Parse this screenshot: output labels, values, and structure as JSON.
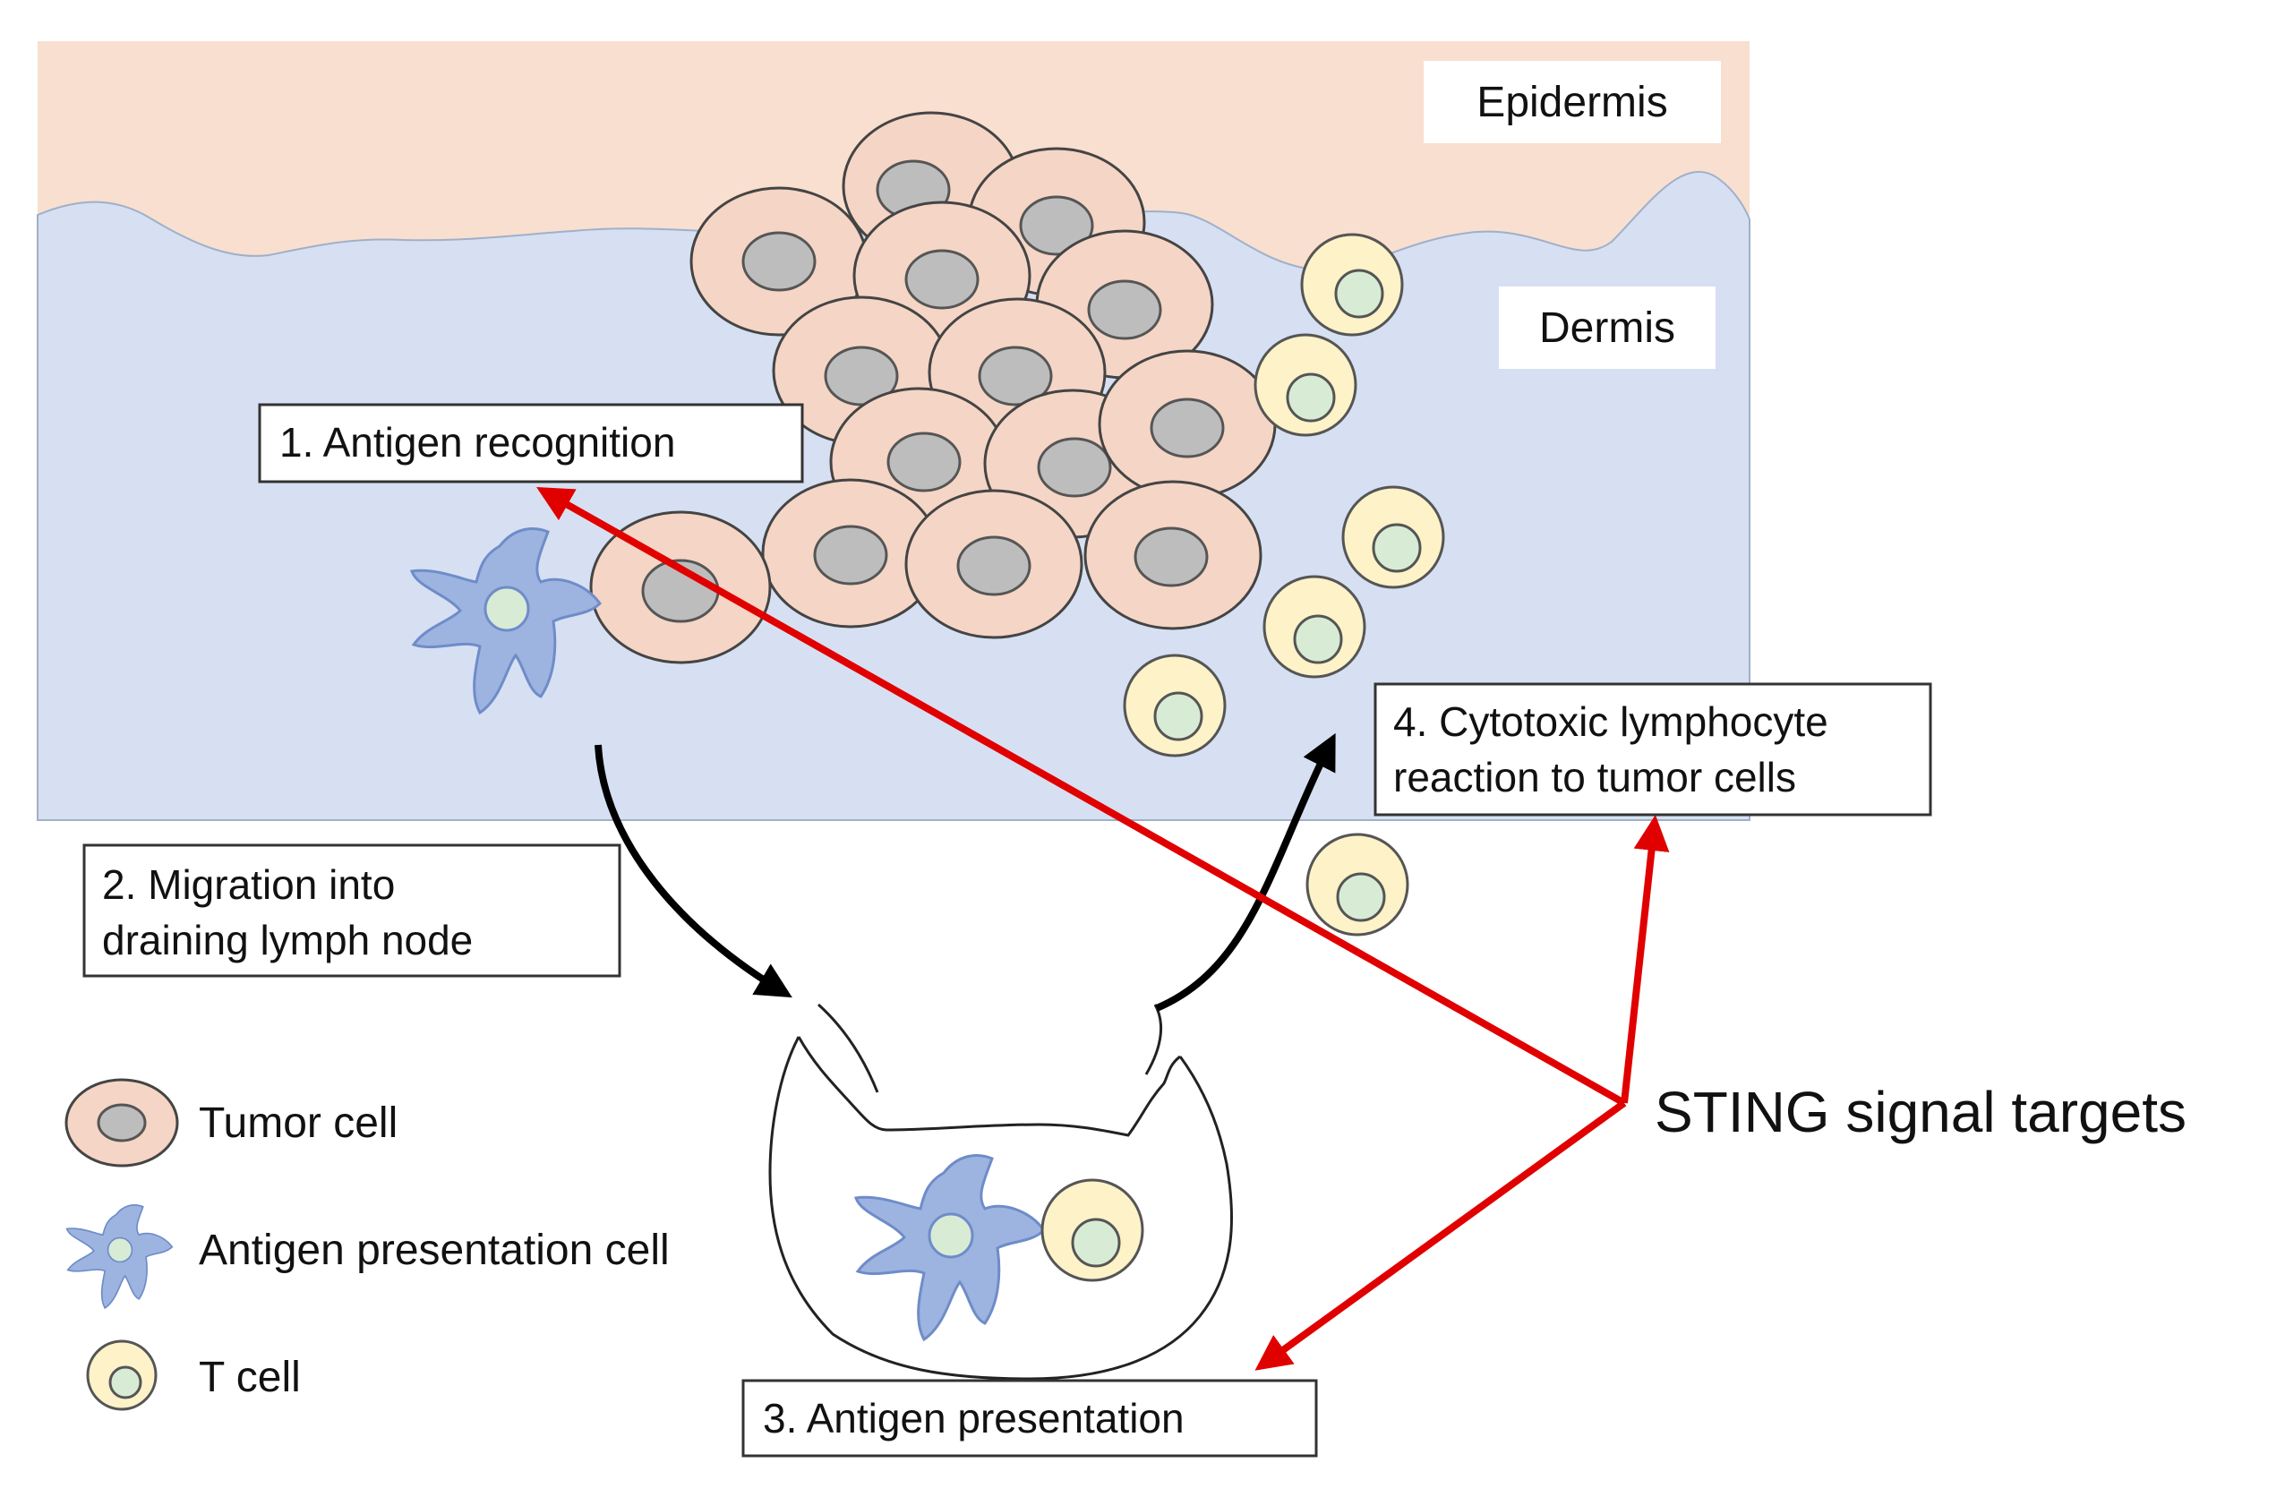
{
  "regions": {
    "epidermis": "Epidermis",
    "dermis": "Dermis"
  },
  "steps": {
    "step1": "1. Antigen recognition",
    "step2_line1": "2. Migration into",
    "step2_line2": "draining lymph node",
    "step3": "3. Antigen presentation",
    "step4_line1": "4. Cytotoxic lymphocyte",
    "step4_line2": "reaction to tumor cells"
  },
  "sting_label": "STING signal targets",
  "legend": {
    "tumor": "Tumor cell",
    "apc": "Antigen presentation cell",
    "tcell": "T cell"
  },
  "colors": {
    "epidermis": "#f8dfd0",
    "dermis": "#d6e0f2",
    "tumor_cytoplasm": "#f5d5c5",
    "tumor_nucleus": "#bdbdbd",
    "apc_body": "#9db4e0",
    "nucleus_green": "#d8ecd5",
    "tcell_body": "#fdf2c8",
    "red_arrow": "#e00000",
    "black_arrow": "#000000"
  }
}
